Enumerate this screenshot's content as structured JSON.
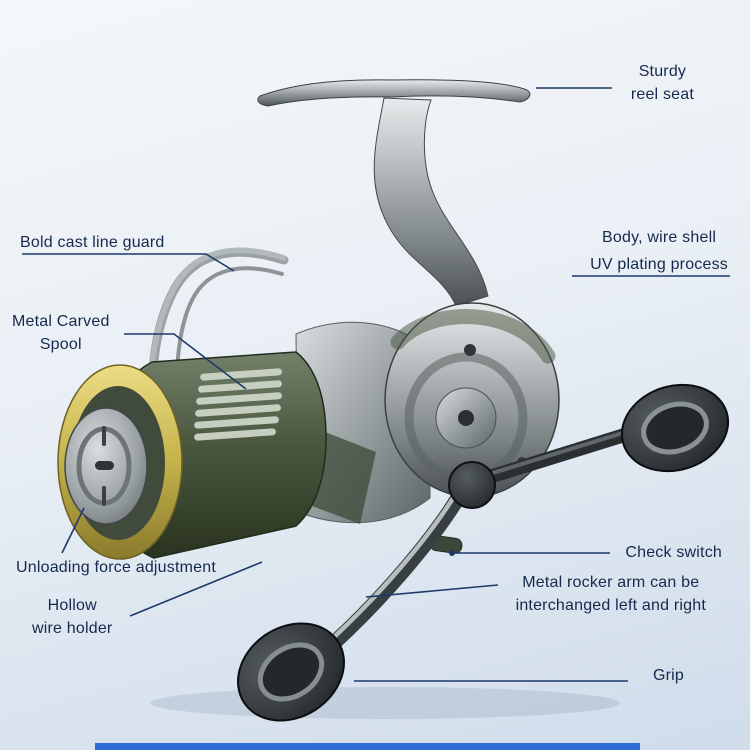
{
  "theme": {
    "text": "#16294d",
    "leader": "#1d3a6b",
    "bg-top": "#f4f7fa",
    "bg-bottom": "#cfdcea",
    "accent-bar": "#2e6bd6"
  },
  "illustration": {
    "name": "spinning-fishing-reel",
    "colors": {
      "body_metal": "#b3b9bb",
      "spool_green": "#4a573f",
      "gold_rim": "#c4b24a",
      "grip_dark": "#2e3437"
    }
  },
  "callouts": [
    {
      "id": "sturdy-reel-seat",
      "line1": "Sturdy",
      "line2": "reel seat"
    },
    {
      "id": "bold-cast-line-guard",
      "line1": "Bold cast line guard"
    },
    {
      "id": "body-wire-shell",
      "line1": "Body, wire shell",
      "line2": "UV plating process"
    },
    {
      "id": "metal-carved-spool",
      "line1": "Metal Carved",
      "line2": "Spool"
    },
    {
      "id": "unloading-force",
      "line1": "Unloading force adjustment"
    },
    {
      "id": "check-switch",
      "line1": "Check switch"
    },
    {
      "id": "hollow-wire-holder",
      "line1": "Hollow",
      "line2": "wire holder"
    },
    {
      "id": "metal-rocker-arm",
      "line1": "Metal rocker arm can be",
      "line2": "interchanged left and right"
    },
    {
      "id": "grip",
      "line1": "Grip"
    }
  ]
}
